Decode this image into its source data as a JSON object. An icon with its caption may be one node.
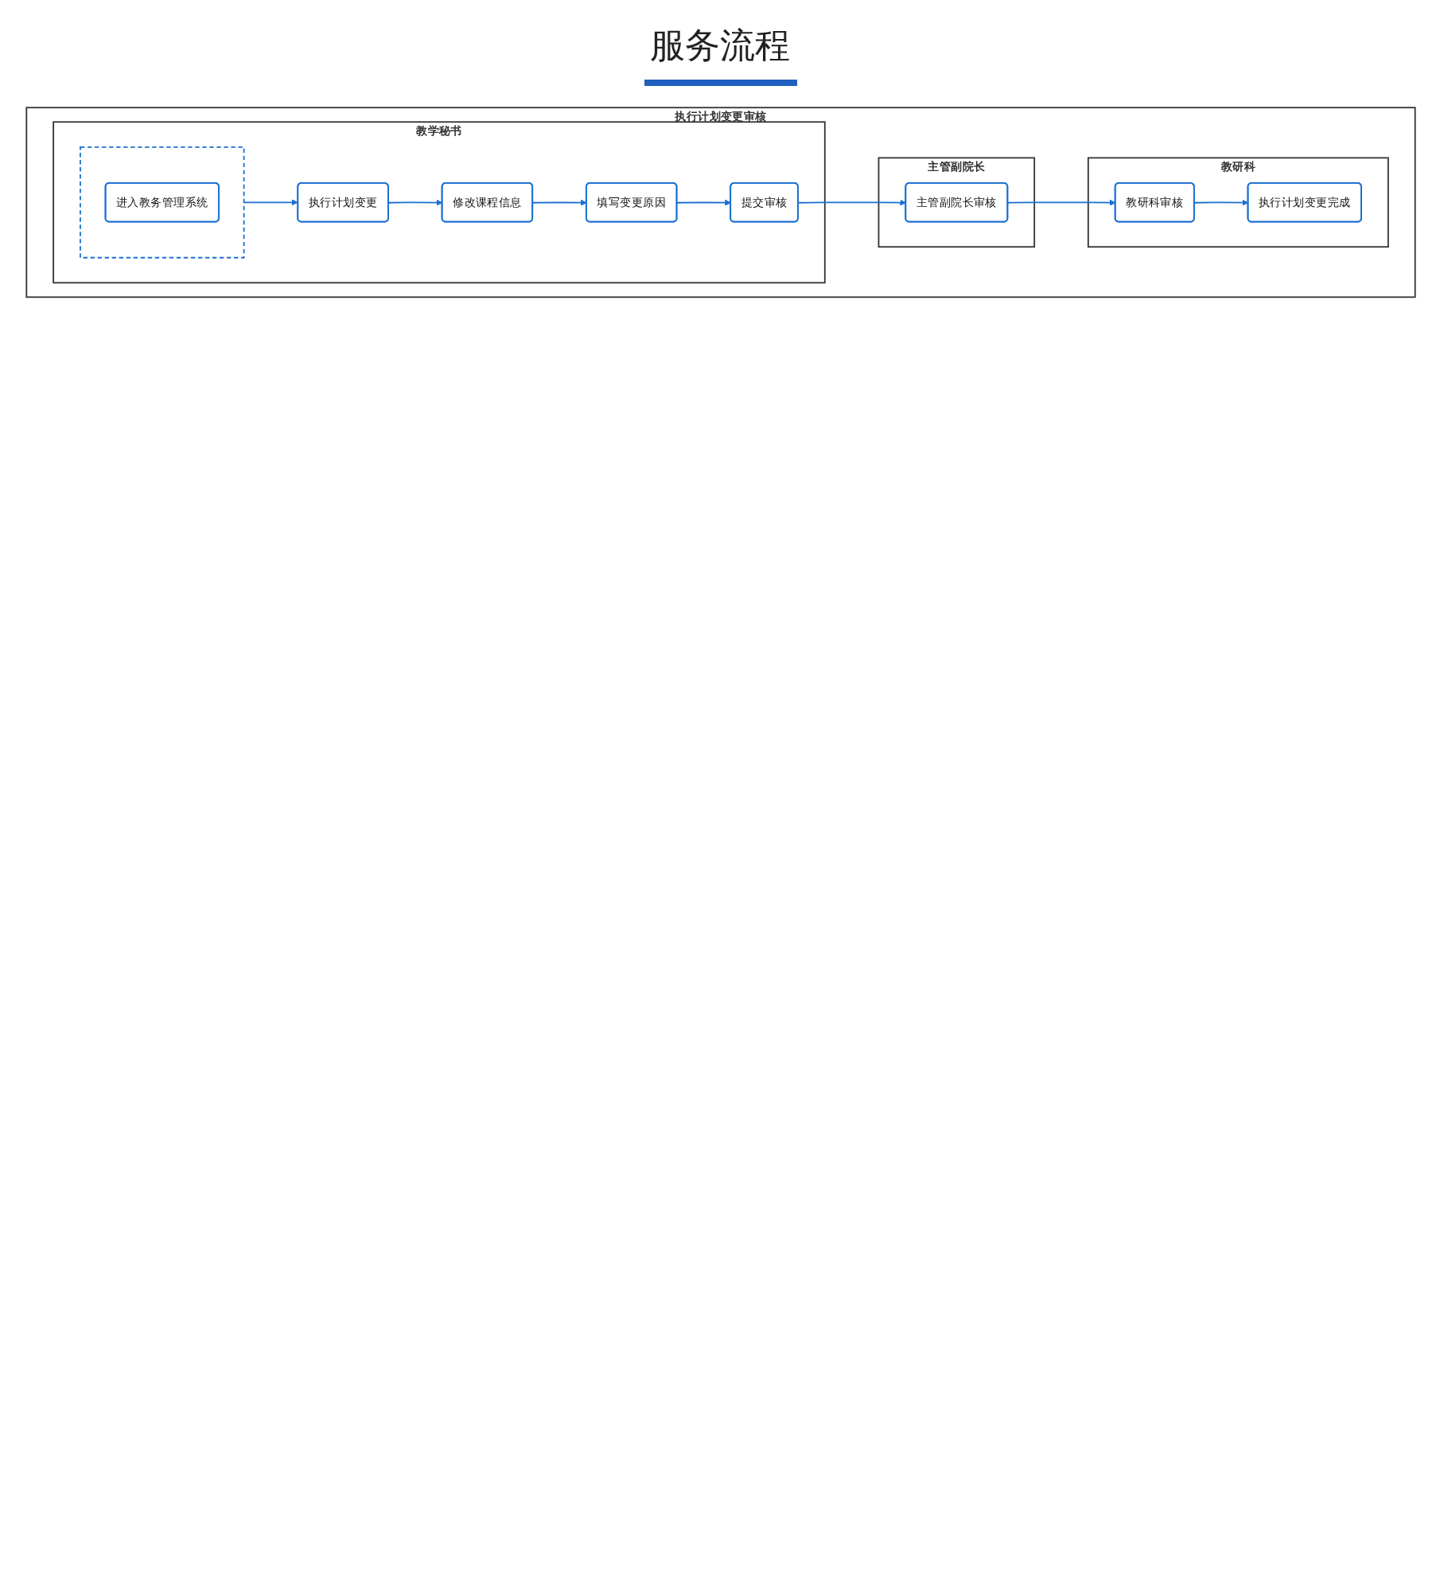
{
  "diagram": {
    "title": "服务流程",
    "nodes": [
      {
        "text": [
          "执行计划变更审核"
        ]
      },
      {
        "text": [
          "教学秘书"
        ],
        "in": 0
      },
      {
        "text": [],
        "shape": "box",
        "in": 1
      },
      {
        "text": [
          "进入教务管理系统"
        ],
        "in": 2
      },
      {
        "text": [
          "执行计划变更"
        ],
        "in": 1
      },
      {
        "text": [
          "修改课程信息"
        ],
        "in": 1
      },
      {
        "text": [
          "填写变更原因"
        ],
        "in": 1
      },
      {
        "text": [
          "提交审核"
        ],
        "in": 1
      },
      {
        "text": [
          "主管副院长"
        ],
        "in": 0
      },
      {
        "text": [
          "主管副院长审核"
        ],
        "in": 8
      },
      {
        "text": [
          "教研科"
        ],
        "in": 0
      },
      {
        "text": [
          "教研科审核"
        ],
        "in": 10
      },
      {
        "text": [
          "执行计划变更完成"
        ],
        "in": 10
      }
    ],
    "edges": [
      {
        "from": 2,
        "to": 4,
        "arrow": "to"
      },
      {
        "from": 4,
        "to": 5,
        "arrow": "to"
      },
      {
        "from": 5,
        "to": 6,
        "arrow": "to"
      },
      {
        "from": 6,
        "to": 7,
        "arrow": "to"
      },
      {
        "from": 7,
        "to": 9,
        "arrow": "to"
      },
      {
        "from": 9,
        "to": 11,
        "arrow": "to"
      },
      {
        "from": 11,
        "to": 12,
        "arrow": "to"
      }
    ]
  }
}
